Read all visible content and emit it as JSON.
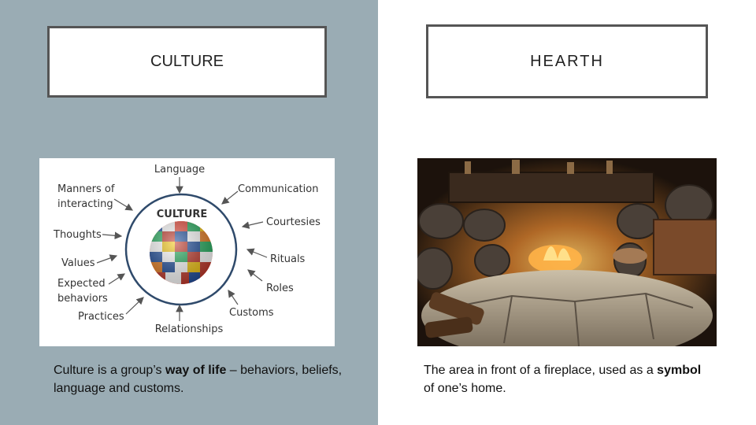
{
  "left": {
    "title": "CULTURE",
    "caption": {
      "part1": "Culture is a group’s ",
      "bold": "way of life",
      "part2": " – behaviors, beliefs, language and customs."
    },
    "diagram": {
      "center_label": "CULTURE",
      "labels": {
        "language": "Language",
        "manners_line1": "Manners of",
        "manners_line2": "interacting",
        "communication": "Communication",
        "courtesies": "Courtesies",
        "thoughts": "Thoughts",
        "rituals": "Rituals",
        "values": "Values",
        "expected_line1": "Expected",
        "expected_line2": "behaviors",
        "roles": "Roles",
        "practices": "Practices",
        "customs": "Customs",
        "relationships": "Relationships"
      },
      "globe_icon": "world-flags-globe-icon"
    }
  },
  "right": {
    "title": "HEARTH",
    "caption": {
      "part1": "The area in front of a fireplace, used as a ",
      "bold": "symbol",
      "part2": " of one’s home."
    },
    "photo_icon": "fireplace-photo"
  },
  "colors": {
    "left_background": "#9aacb4",
    "right_background": "#ffffff",
    "box_border": "#555555"
  }
}
